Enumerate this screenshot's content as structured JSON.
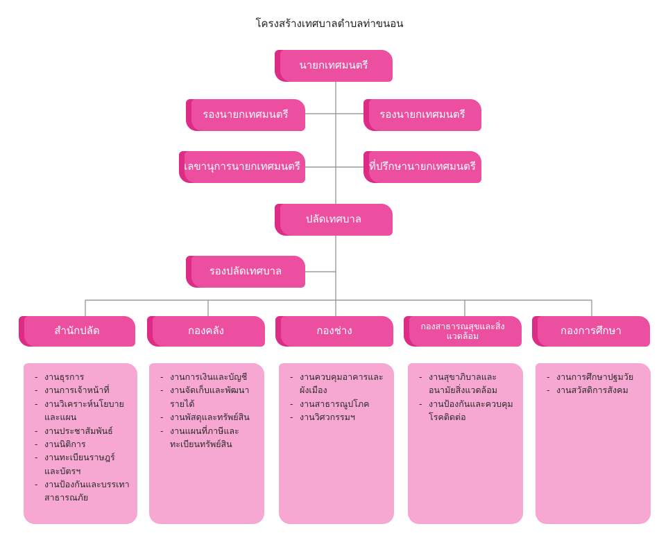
{
  "title": "โครงสร้างเทศบาลตำบลท่าขนอน",
  "chart": {
    "mayor": "นายกเทศมนตรี",
    "deputy_left": "รองนายกเทศมนตรี",
    "deputy_right": "รองนายกเทศมนตรี",
    "secretary": "เลขานุการนายกเทศมนตรี",
    "advisor": "ที่ปรึกษานายกเทศมนตรี",
    "clerk": "ปลัดเทศบาล",
    "deputy_clerk": "รองปลัดเทศบาล"
  },
  "divisions": [
    {
      "name": "สำนักปลัด",
      "tasks": [
        "งานธุรการ",
        "งานการเจ้าหน้าที่",
        "งานวิเคราะห์นโยบายและแผน",
        "งานประชาสัมพันธ์",
        "งานนิติการ",
        "งานทะเบียนราษฎร์และบัตรฯ",
        "งานป้องกันและบรรเทาสาธารณภัย"
      ]
    },
    {
      "name": "กองคลัง",
      "tasks": [
        "งานการเงินและบัญชี",
        "งานจัดเก็บและพัฒนารายได้",
        "งานพัสดุและทรัพย์สิน",
        "งานแผนที่ภาษีและทะเบียนทรัพย์สิน"
      ]
    },
    {
      "name": "กองช่าง",
      "tasks": [
        "งานควบคุมอาคารและผังเมือง",
        "งานสาธารณูปโภค",
        "งานวิศวกรรมฯ"
      ]
    },
    {
      "name": "กองสาธารณสุขและสิ่งแวดล้อม",
      "tasks": [
        "งานสุขาภิบาลและอนามัยสิ่งแวดล้อม",
        "งานป้องกันและควบคุมโรคติดต่อ"
      ]
    },
    {
      "name": "กองการศึกษา",
      "tasks": [
        "งานการศึกษาปฐมวัย",
        "งานสวัสดิการสังคม"
      ]
    }
  ]
}
